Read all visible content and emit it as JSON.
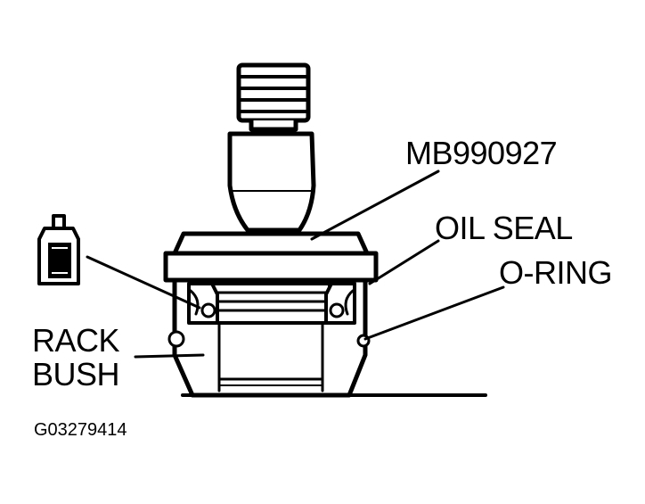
{
  "labels": {
    "tool": "MB990927",
    "oil_seal": "OIL SEAL",
    "o_ring": "O-RING",
    "rack": "RACK",
    "bush": "BUSH",
    "figure_id": "G03279414"
  }
}
